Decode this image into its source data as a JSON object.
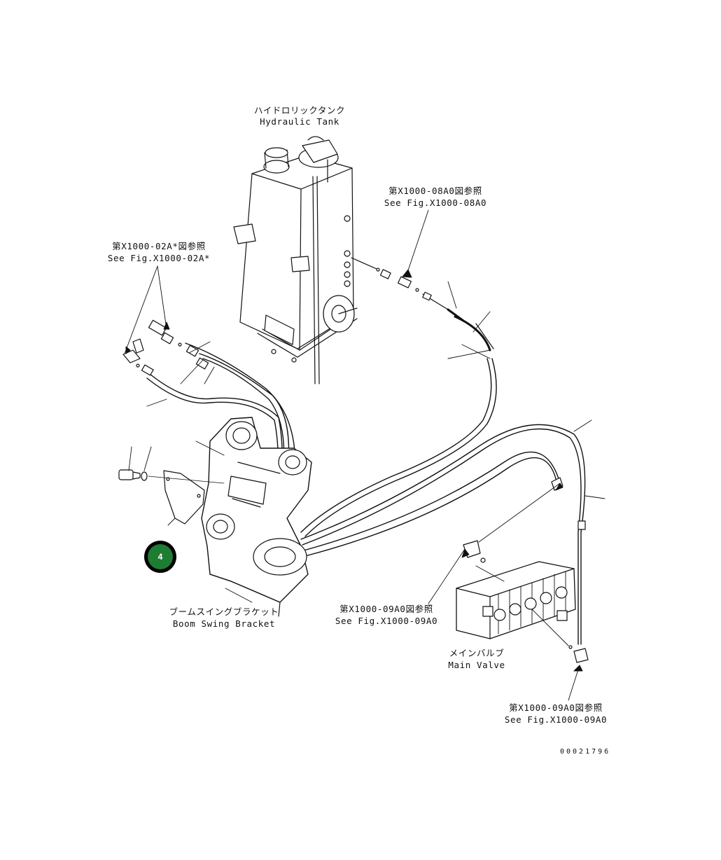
{
  "labels": {
    "hydraulic_tank_jp": "ハイドロリックタンク",
    "hydraulic_tank_en": "Hydraulic Tank",
    "ref_08a0_jp": "第X1000-08A0図参照",
    "ref_08a0_en": "See Fig.X1000-08A0",
    "ref_02a_jp": "第X1000-02A*図参照",
    "ref_02a_en": "See Fig.X1000-02A*",
    "boom_bracket_jp": "ブームスイングブラケット",
    "boom_bracket_en": "Boom Swing Bracket",
    "ref_09a0_mid_jp": "第X1000-09A0図参照",
    "ref_09a0_mid_en": "See Fig.X1000-09A0",
    "main_valve_jp": "メインバルブ",
    "main_valve_en": "Main Valve",
    "ref_09a0_bot_jp": "第X1000-09A0図参照",
    "ref_09a0_bot_en": "See Fig.X1000-09A0"
  },
  "callout": {
    "number": "4",
    "color": "#1e7d32"
  },
  "document_number": "00021796"
}
